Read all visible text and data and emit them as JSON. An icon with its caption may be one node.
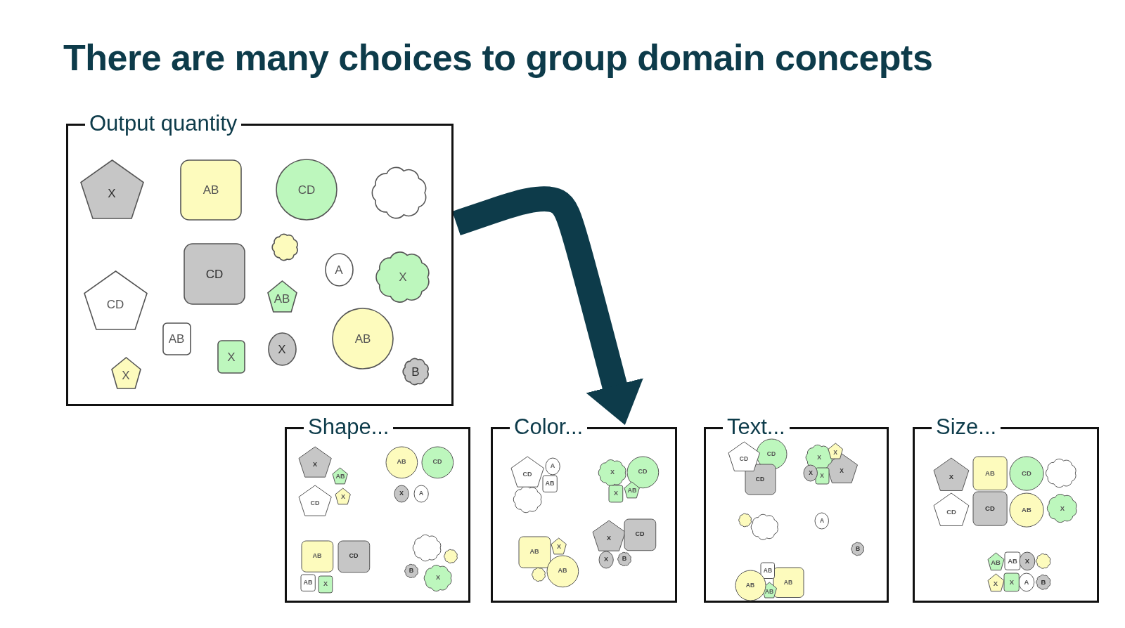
{
  "diagram": {
    "title": "There are many choices to group domain concepts",
    "nodes": [
      {
        "text": [
          "Output quantity"
        ]
      },
      {
        "text": [
          "X"
        ],
        "in": 0
      },
      {
        "text": [
          "AB"
        ],
        "in": 0
      },
      {
        "text": [
          "CD"
        ],
        "in": 0
      },
      {
        "text": [],
        "shape": "cloud",
        "in": 0
      },
      {
        "text": [],
        "shape": "cloud",
        "in": 0
      },
      {
        "text": [
          "CD"
        ],
        "in": 0
      },
      {
        "text": [
          "A"
        ],
        "in": 0
      },
      {
        "text": [
          "X"
        ],
        "in": 0
      },
      {
        "text": [
          "CD"
        ],
        "in": 0
      },
      {
        "text": [
          "AB"
        ],
        "in": 0
      },
      {
        "text": [
          "AB"
        ],
        "in": 0
      },
      {
        "text": [
          "AB"
        ],
        "in": 0
      },
      {
        "text": [
          "X"
        ],
        "in": 0
      },
      {
        "text": [
          "X"
        ],
        "in": 0
      },
      {
        "text": [
          "X"
        ],
        "in": 0
      },
      {
        "text": [
          "B"
        ],
        "in": 0
      },
      {
        "text": [
          "Shape..."
        ]
      },
      {
        "text": [
          "X"
        ],
        "in": 17
      },
      {
        "text": [
          "AB"
        ],
        "in": 17
      },
      {
        "text": [
          "CD"
        ],
        "in": 17
      },
      {
        "text": [],
        "shape": "cloud",
        "in": 17
      },
      {
        "text": [],
        "shape": "cloud",
        "in": 17
      },
      {
        "text": [
          "CD"
        ],
        "in": 17
      },
      {
        "text": [
          "A"
        ],
        "in": 17
      },
      {
        "text": [
          "X"
        ],
        "in": 17
      },
      {
        "text": [
          "CD"
        ],
        "in": 17
      },
      {
        "text": [
          "AB"
        ],
        "in": 17
      },
      {
        "text": [
          "AB"
        ],
        "in": 17
      },
      {
        "text": [
          "AB"
        ],
        "in": 17
      },
      {
        "text": [
          "X"
        ],
        "in": 17
      },
      {
        "text": [
          "X"
        ],
        "in": 17
      },
      {
        "text": [
          "X"
        ],
        "in": 17
      },
      {
        "text": [
          "B"
        ],
        "in": 17
      },
      {
        "text": [
          "Color..."
        ]
      },
      {
        "text": [
          "X"
        ],
        "in": 34
      },
      {
        "text": [
          "AB"
        ],
        "in": 34
      },
      {
        "text": [
          "CD"
        ],
        "in": 34
      },
      {
        "text": [],
        "shape": "cloud",
        "in": 34
      },
      {
        "text": [],
        "shape": "cloud",
        "in": 34
      },
      {
        "text": [
          "CD"
        ],
        "in": 34
      },
      {
        "text": [
          "A"
        ],
        "in": 34
      },
      {
        "text": [
          "X"
        ],
        "in": 34
      },
      {
        "text": [
          "CD"
        ],
        "in": 34
      },
      {
        "text": [
          "AB"
        ],
        "in": 34
      },
      {
        "text": [
          "AB"
        ],
        "in": 34
      },
      {
        "text": [
          "AB"
        ],
        "in": 34
      },
      {
        "text": [
          "X"
        ],
        "in": 34
      },
      {
        "text": [
          "X"
        ],
        "in": 34
      },
      {
        "text": [
          "X"
        ],
        "in": 34
      },
      {
        "text": [
          "B"
        ],
        "in": 34
      },
      {
        "text": [
          "Text..."
        ]
      },
      {
        "text": [
          "X"
        ],
        "in": 51
      },
      {
        "text": [
          "AB"
        ],
        "in": 51
      },
      {
        "text": [
          "CD"
        ],
        "in": 51
      },
      {
        "text": [],
        "shape": "cloud",
        "in": 51
      },
      {
        "text": [],
        "shape": "cloud",
        "in": 51
      },
      {
        "text": [
          "CD"
        ],
        "in": 51
      },
      {
        "text": [
          "A"
        ],
        "in": 51
      },
      {
        "text": [
          "X"
        ],
        "in": 51
      },
      {
        "text": [
          "CD"
        ],
        "in": 51
      },
      {
        "text": [
          "AB"
        ],
        "in": 51
      },
      {
        "text": [
          "AB"
        ],
        "in": 51
      },
      {
        "text": [
          "AB"
        ],
        "in": 51
      },
      {
        "text": [
          "X"
        ],
        "in": 51
      },
      {
        "text": [
          "X"
        ],
        "in": 51
      },
      {
        "text": [
          "X"
        ],
        "in": 51
      },
      {
        "text": [
          "B"
        ],
        "in": 51
      },
      {
        "text": [
          "Size..."
        ]
      },
      {
        "text": [
          "X"
        ],
        "in": 68
      },
      {
        "text": [
          "AB"
        ],
        "in": 68
      },
      {
        "text": [
          "CD"
        ],
        "in": 68
      },
      {
        "text": [],
        "shape": "cloud",
        "in": 68
      },
      {
        "text": [],
        "shape": "cloud",
        "in": 68
      },
      {
        "text": [
          "CD"
        ],
        "in": 68
      },
      {
        "text": [
          "A"
        ],
        "in": 68
      },
      {
        "text": [
          "X"
        ],
        "in": 68
      },
      {
        "text": [
          "CD"
        ],
        "in": 68
      },
      {
        "text": [
          "AB"
        ],
        "in": 68
      },
      {
        "text": [
          "AB"
        ],
        "in": 68
      },
      {
        "text": [
          "AB"
        ],
        "in": 68
      },
      {
        "text": [
          "X"
        ],
        "in": 68
      },
      {
        "text": [
          "X"
        ],
        "in": 68
      },
      {
        "text": [
          "X"
        ],
        "in": 68
      },
      {
        "text": [
          "B"
        ],
        "in": 68
      }
    ],
    "edges": [
      {
        "from": 0,
        "to": 34,
        "arrow": "to"
      }
    ]
  }
}
